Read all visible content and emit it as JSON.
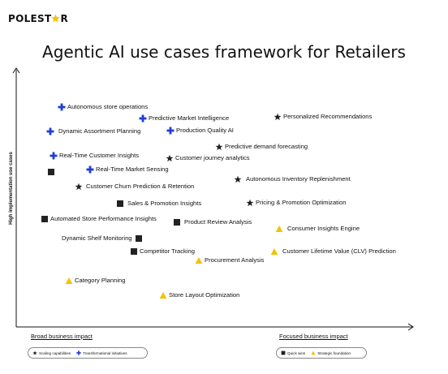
{
  "brand": {
    "logo_text_a": "POLEST",
    "logo_text_b": "R",
    "brand_color": "#f2c300"
  },
  "title": "Agentic AI use cases framework for Retailers",
  "axes": {
    "y_label": "High implementation use cases",
    "x_label_left": "Broad business impact",
    "x_label_right": "Focused business impact"
  },
  "marker_styles": {
    "plus": {
      "meaning": "Transformational initiatives",
      "color": "#1f3fd6"
    },
    "star": {
      "meaning": "Scaling capabilities",
      "color": "#222222"
    },
    "square": {
      "meaning": "Quick wins",
      "color": "#222222"
    },
    "triangle": {
      "meaning": "Strategic foundation",
      "color": "#f2c300"
    }
  },
  "items": [
    {
      "marker": "plus",
      "label": "Autonomous store operations"
    },
    {
      "marker": "plus",
      "label": "Predictive Market Intelligence"
    },
    {
      "marker": "star",
      "label": "Personalized Recommendations"
    },
    {
      "marker": "plus",
      "label": "Dynamic Assortment Planning"
    },
    {
      "marker": "plus",
      "label": "Production Quality AI"
    },
    {
      "marker": "star",
      "label": "Predictive demand forecasting"
    },
    {
      "marker": "plus",
      "label": "Real-Time Customer Insights"
    },
    {
      "marker": "star",
      "label": "Customer journey analytics"
    },
    {
      "marker": "plus",
      "label": "Real-Time Market Sensing"
    },
    {
      "marker": "star",
      "label": "Autonomous Inventory Replenishment"
    },
    {
      "marker": "star",
      "label": "Customer Churn Prediction & Retention"
    },
    {
      "marker": "square",
      "label": "Sales & Promotion Insights"
    },
    {
      "marker": "star",
      "label": "Pricing & Promotion Optimization"
    },
    {
      "marker": "square",
      "label": "Automated Store Performance Insights"
    },
    {
      "marker": "square",
      "label": "Product Review Analysis"
    },
    {
      "marker": "triangle",
      "label": "Consumer Insights Engine"
    },
    {
      "marker": "square",
      "label": "Dynamic Shelf Monitoring"
    },
    {
      "marker": "square",
      "label": "Competitor Tracking"
    },
    {
      "marker": "triangle",
      "label": "Customer Lifetime Value (CLV) Prediction"
    },
    {
      "marker": "triangle",
      "label": "Procurement Analysis"
    },
    {
      "marker": "triangle",
      "label": "Category Planning"
    },
    {
      "marker": "triangle",
      "label": "Store Layout Optimization"
    }
  ],
  "legend_left": [
    {
      "marker": "star",
      "label": "Scaling capabilities"
    },
    {
      "marker": "plus",
      "label": "Transformational initiatives"
    }
  ],
  "legend_right": [
    {
      "marker": "square",
      "label": "Quick wins"
    },
    {
      "marker": "triangle",
      "label": "Strategic foundation"
    }
  ]
}
